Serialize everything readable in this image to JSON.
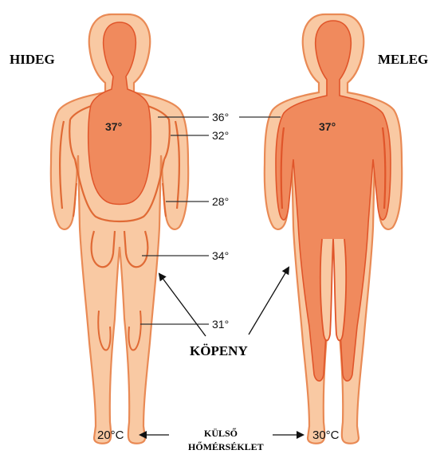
{
  "labels": {
    "cold": "HIDEG",
    "warm": "MELEG",
    "shell": "KÖPENY",
    "outside_line1": "KÜLSŐ",
    "outside_line2": "HŐMÉRSÉKLET",
    "temp_low": "20°C",
    "temp_high": "30°C"
  },
  "core_temps": {
    "cold_core": "37°",
    "warm_core": "37°"
  },
  "isotherms": {
    "t36": "36°",
    "t32": "32°",
    "t28": "28°",
    "t34": "34°",
    "t31": "31°"
  },
  "colors": {
    "skin": "#f9c9a3",
    "skin_outline": "#e98a55",
    "zone_line": "#e06a35",
    "core": "#f08a5d",
    "core_outline": "#e0552a",
    "core_deep": "#ee7f52"
  }
}
